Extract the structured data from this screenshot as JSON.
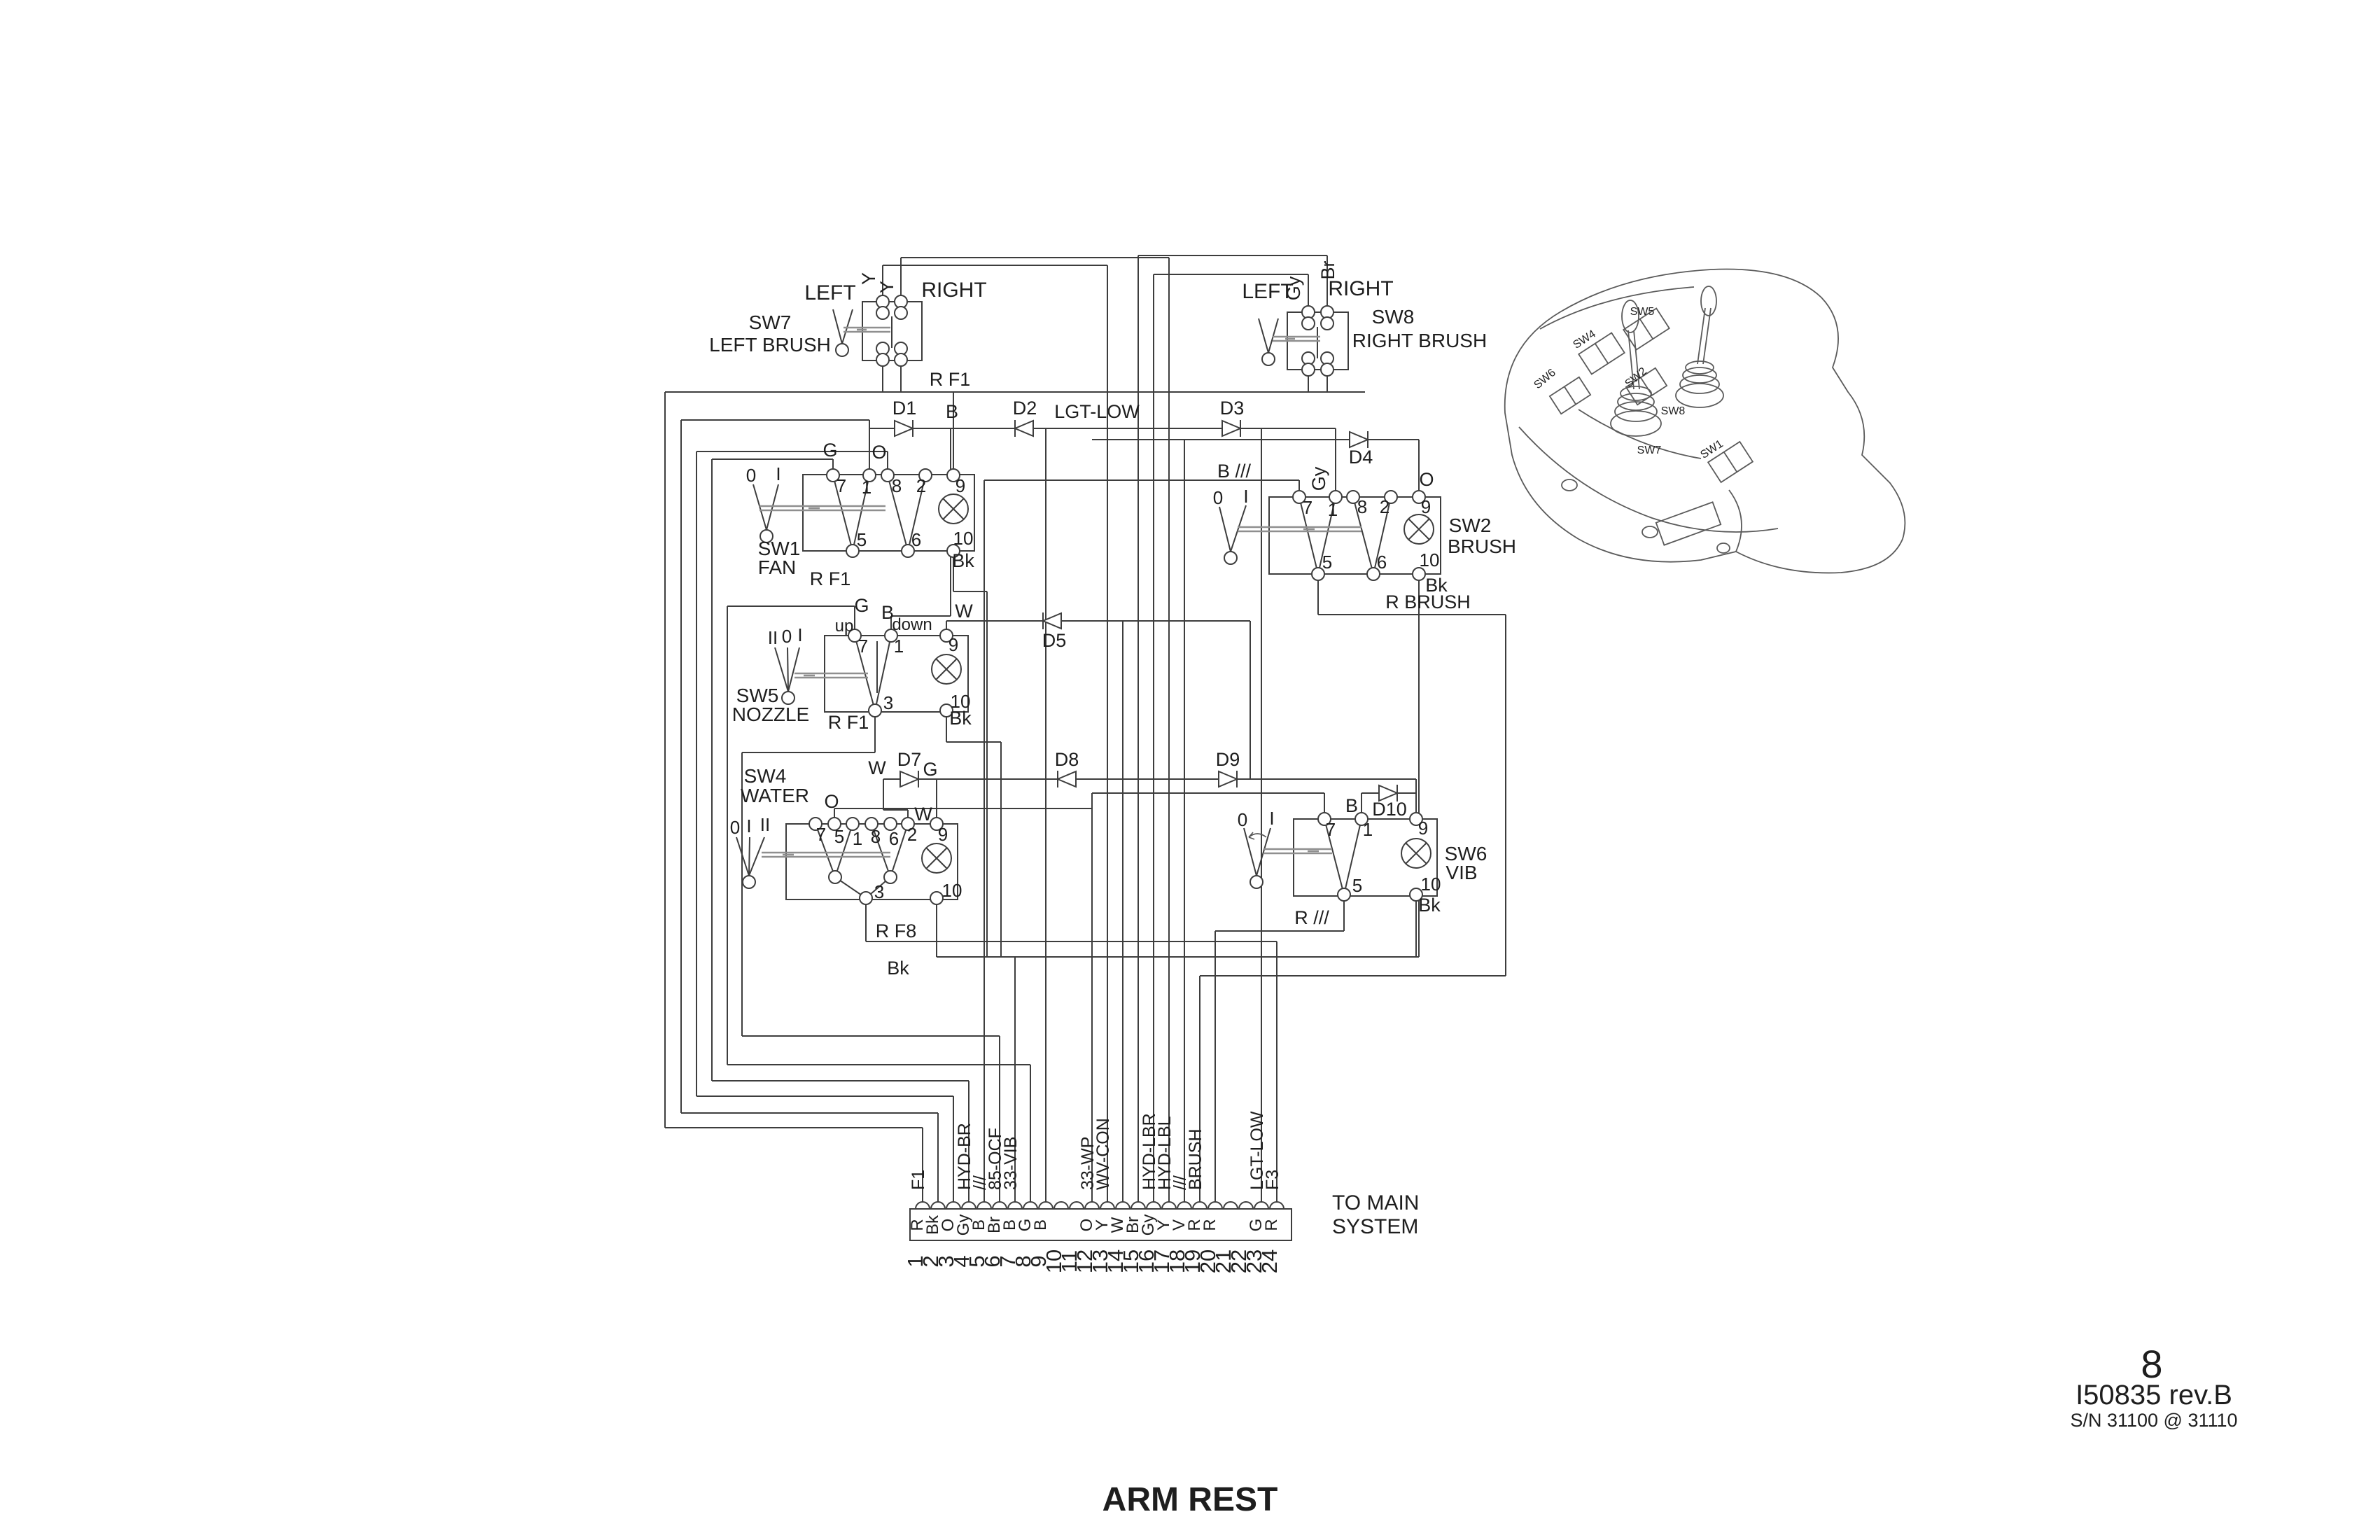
{
  "title": "ARM REST",
  "page": {
    "number": "8",
    "doc": "I50835 rev.B",
    "serial": "S/N 31100 @ 31110"
  },
  "main_label": {
    "line1": "TO MAIN",
    "line2": "SYSTEM"
  },
  "top_bus": {
    "label": "R   F1"
  },
  "net": {
    "b": "B",
    "lgt_low": "LGT-LOW"
  },
  "diodes": {
    "d1": "D1",
    "d2": "D2",
    "d3": "D3",
    "d4": "D4",
    "d5": "D5",
    "d7": "D7",
    "d8": "D8",
    "d9": "D9",
    "d10": "D10"
  },
  "sw7": {
    "id": "SW7",
    "name": "LEFT BRUSH",
    "left": "LEFT",
    "right": "RIGHT",
    "wire1": "Y",
    "wire2": "Y"
  },
  "sw8": {
    "id": "SW8",
    "name": "RIGHT BRUSH",
    "left": "LEFT",
    "right": "RIGHT",
    "gy": "Gy",
    "br": "Br"
  },
  "sw1": {
    "id": "SW1",
    "name": "FAN",
    "pos": [
      "0",
      "I"
    ],
    "g": "G",
    "o": "O",
    "bk": "Bk",
    "fuse": "R  F1",
    "t7": "7",
    "t1": "1",
    "t8": "8",
    "t2": "2",
    "t9": "9",
    "t5": "5",
    "t6": "6",
    "t10": "10"
  },
  "sw2": {
    "id": "SW2",
    "name": "BRUSH",
    "pos": [
      "0",
      "I"
    ],
    "b3": "B ///",
    "gy": "Gy",
    "o": "O",
    "bk": "Bk",
    "ret": "R    BRUSH",
    "t7": "7",
    "t1": "1",
    "t8": "8",
    "t2": "2",
    "t9": "9",
    "t5": "5",
    "t6": "6",
    "t10": "10"
  },
  "sw5": {
    "id": "SW5",
    "name": "NOZZLE",
    "pos": [
      "II",
      "0",
      "I"
    ],
    "up": "up",
    "down": "down",
    "g": "G",
    "b": "B",
    "w": "W",
    "bk": "Bk",
    "fuse": "R   F1",
    "t7": "7",
    "t1": "1",
    "t9": "9",
    "t3": "3",
    "t10": "10"
  },
  "sw4": {
    "id": "SW4",
    "name": "WATER",
    "pos": [
      "0",
      "I",
      "II"
    ],
    "o": "O",
    "w_d7": "W",
    "g_d7": "G",
    "w2": "W",
    "bk": "Bk",
    "fuse": "R   F8",
    "t7": "7",
    "t5": "5",
    "t1": "1",
    "t8": "8",
    "t6": "6",
    "t2": "2",
    "t9": "9",
    "t3": "3",
    "t10": "10"
  },
  "sw6": {
    "id": "SW6",
    "name": "VIB",
    "pos": [
      "0",
      "I"
    ],
    "b": "B",
    "bk": "Bk",
    "ret": "R  ///",
    "t7": "7",
    "t1": "1",
    "t9": "9",
    "t5": "5",
    "t10": "10"
  },
  "connector": {
    "pins": [
      {
        "num": "1",
        "color": "R",
        "label": "F1"
      },
      {
        "num": "2",
        "color": "Bk",
        "label": ""
      },
      {
        "num": "3",
        "color": "O",
        "label": ""
      },
      {
        "num": "4",
        "color": "Gy",
        "label": "HYD-BR"
      },
      {
        "num": "5",
        "color": "B",
        "label": "///"
      },
      {
        "num": "6",
        "color": "Br",
        "label": "85-OCF"
      },
      {
        "num": "7",
        "color": "B",
        "label": "33-VIB"
      },
      {
        "num": "8",
        "color": "G",
        "label": ""
      },
      {
        "num": "9",
        "color": "B",
        "label": ""
      },
      {
        "num": "10",
        "color": "",
        "label": ""
      },
      {
        "num": "11",
        "color": "",
        "label": ""
      },
      {
        "num": "12",
        "color": "O",
        "label": "33-WP"
      },
      {
        "num": "13",
        "color": "Y",
        "label": "WV-CON"
      },
      {
        "num": "14",
        "color": "W",
        "label": ""
      },
      {
        "num": "15",
        "color": "Br",
        "label": ""
      },
      {
        "num": "16",
        "color": "Gy",
        "label": "HYD-LBR"
      },
      {
        "num": "17",
        "color": "Y",
        "label": "HYD-LBL"
      },
      {
        "num": "18",
        "color": "V",
        "label": "///"
      },
      {
        "num": "19",
        "color": "R",
        "label": "BRUSH"
      },
      {
        "num": "20",
        "color": "R",
        "label": ""
      },
      {
        "num": "21",
        "color": "",
        "label": ""
      },
      {
        "num": "22",
        "color": "",
        "label": ""
      },
      {
        "num": "23",
        "color": "G",
        "label": "LGT-LOW"
      },
      {
        "num": "24",
        "color": "R",
        "label": "F3"
      }
    ]
  },
  "inset": {
    "sw1": "SW1",
    "sw2": "SW2",
    "sw4": "SW4",
    "sw5": "SW5",
    "sw6": "SW6",
    "sw7": "SW7",
    "sw8": "SW8"
  }
}
